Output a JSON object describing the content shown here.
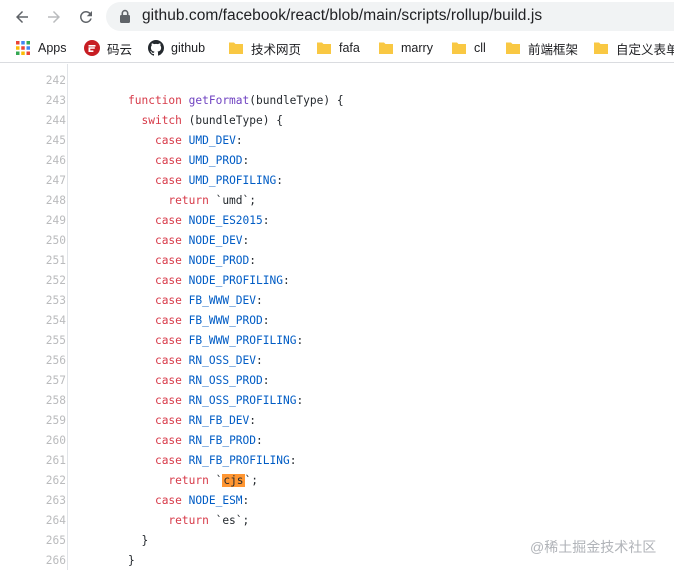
{
  "address_bar": {
    "url_domain": "github.com",
    "url_path": "/facebook/react/blob/main/scripts/rollup/build.js"
  },
  "bookmarks": {
    "apps": "Apps",
    "gitee": "码云",
    "github": "github",
    "folder1": "技术网页",
    "folder2": "fafa",
    "folder3": "marry",
    "folder4": "cll",
    "folder5": "前端框架",
    "folder6": "自定义表单"
  },
  "code": {
    "lines": [
      {
        "n": "242",
        "parts": []
      },
      {
        "n": "243",
        "parts": [
          [
            "kw",
            "function"
          ],
          [
            "t",
            " "
          ],
          [
            "fn",
            "getFormat"
          ],
          [
            "t",
            "(bundleType) {"
          ]
        ]
      },
      {
        "n": "244",
        "parts": [
          [
            "t",
            "  "
          ],
          [
            "kw",
            "switch"
          ],
          [
            "t",
            " (bundleType) {"
          ]
        ]
      },
      {
        "n": "245",
        "parts": [
          [
            "t",
            "    "
          ],
          [
            "kw",
            "case"
          ],
          [
            "t",
            " "
          ],
          [
            "cn",
            "UMD_DEV"
          ],
          [
            "t",
            ":"
          ]
        ]
      },
      {
        "n": "246",
        "parts": [
          [
            "t",
            "    "
          ],
          [
            "kw",
            "case"
          ],
          [
            "t",
            " "
          ],
          [
            "cn",
            "UMD_PROD"
          ],
          [
            "t",
            ":"
          ]
        ]
      },
      {
        "n": "247",
        "parts": [
          [
            "t",
            "    "
          ],
          [
            "kw",
            "case"
          ],
          [
            "t",
            " "
          ],
          [
            "cn",
            "UMD_PROFILING"
          ],
          [
            "t",
            ":"
          ]
        ]
      },
      {
        "n": "248",
        "parts": [
          [
            "t",
            "      "
          ],
          [
            "kw",
            "return"
          ],
          [
            "t",
            " `umd`;"
          ]
        ]
      },
      {
        "n": "249",
        "parts": [
          [
            "t",
            "    "
          ],
          [
            "kw",
            "case"
          ],
          [
            "t",
            " "
          ],
          [
            "cn",
            "NODE_ES2015"
          ],
          [
            "t",
            ":"
          ]
        ]
      },
      {
        "n": "250",
        "parts": [
          [
            "t",
            "    "
          ],
          [
            "kw",
            "case"
          ],
          [
            "t",
            " "
          ],
          [
            "cn",
            "NODE_DEV"
          ],
          [
            "t",
            ":"
          ]
        ]
      },
      {
        "n": "251",
        "parts": [
          [
            "t",
            "    "
          ],
          [
            "kw",
            "case"
          ],
          [
            "t",
            " "
          ],
          [
            "cn",
            "NODE_PROD"
          ],
          [
            "t",
            ":"
          ]
        ]
      },
      {
        "n": "252",
        "parts": [
          [
            "t",
            "    "
          ],
          [
            "kw",
            "case"
          ],
          [
            "t",
            " "
          ],
          [
            "cn",
            "NODE_PROFILING"
          ],
          [
            "t",
            ":"
          ]
        ]
      },
      {
        "n": "253",
        "parts": [
          [
            "t",
            "    "
          ],
          [
            "kw",
            "case"
          ],
          [
            "t",
            " "
          ],
          [
            "cn",
            "FB_WWW_DEV"
          ],
          [
            "t",
            ":"
          ]
        ]
      },
      {
        "n": "254",
        "parts": [
          [
            "t",
            "    "
          ],
          [
            "kw",
            "case"
          ],
          [
            "t",
            " "
          ],
          [
            "cn",
            "FB_WWW_PROD"
          ],
          [
            "t",
            ":"
          ]
        ]
      },
      {
        "n": "255",
        "parts": [
          [
            "t",
            "    "
          ],
          [
            "kw",
            "case"
          ],
          [
            "t",
            " "
          ],
          [
            "cn",
            "FB_WWW_PROFILING"
          ],
          [
            "t",
            ":"
          ]
        ]
      },
      {
        "n": "256",
        "parts": [
          [
            "t",
            "    "
          ],
          [
            "kw",
            "case"
          ],
          [
            "t",
            " "
          ],
          [
            "cn",
            "RN_OSS_DEV"
          ],
          [
            "t",
            ":"
          ]
        ]
      },
      {
        "n": "257",
        "parts": [
          [
            "t",
            "    "
          ],
          [
            "kw",
            "case"
          ],
          [
            "t",
            " "
          ],
          [
            "cn",
            "RN_OSS_PROD"
          ],
          [
            "t",
            ":"
          ]
        ]
      },
      {
        "n": "258",
        "parts": [
          [
            "t",
            "    "
          ],
          [
            "kw",
            "case"
          ],
          [
            "t",
            " "
          ],
          [
            "cn",
            "RN_OSS_PROFILING"
          ],
          [
            "t",
            ":"
          ]
        ]
      },
      {
        "n": "259",
        "parts": [
          [
            "t",
            "    "
          ],
          [
            "kw",
            "case"
          ],
          [
            "t",
            " "
          ],
          [
            "cn",
            "RN_FB_DEV"
          ],
          [
            "t",
            ":"
          ]
        ]
      },
      {
        "n": "260",
        "parts": [
          [
            "t",
            "    "
          ],
          [
            "kw",
            "case"
          ],
          [
            "t",
            " "
          ],
          [
            "cn",
            "RN_FB_PROD"
          ],
          [
            "t",
            ":"
          ]
        ]
      },
      {
        "n": "261",
        "parts": [
          [
            "t",
            "    "
          ],
          [
            "kw",
            "case"
          ],
          [
            "t",
            " "
          ],
          [
            "cn",
            "RN_FB_PROFILING"
          ],
          [
            "t",
            ":"
          ]
        ]
      },
      {
        "n": "262",
        "parts": [
          [
            "t",
            "      "
          ],
          [
            "kw",
            "return"
          ],
          [
            "t",
            " `"
          ],
          [
            "hl",
            "cjs"
          ],
          [
            "t",
            "`;"
          ]
        ]
      },
      {
        "n": "263",
        "parts": [
          [
            "t",
            "    "
          ],
          [
            "kw",
            "case"
          ],
          [
            "t",
            " "
          ],
          [
            "cn",
            "NODE_ESM"
          ],
          [
            "t",
            ":"
          ]
        ]
      },
      {
        "n": "264",
        "parts": [
          [
            "t",
            "      "
          ],
          [
            "kw",
            "return"
          ],
          [
            "t",
            " `es`;"
          ]
        ]
      },
      {
        "n": "265",
        "parts": [
          [
            "t",
            "  }"
          ]
        ]
      },
      {
        "n": "266",
        "parts": [
          [
            "t",
            "}"
          ]
        ]
      }
    ]
  },
  "watermark": "@稀土掘金技术社区",
  "colors": {
    "keyword": "#d73a49",
    "function": "#6f42c1",
    "constant": "#005cc5",
    "highlight": "#ff9632",
    "folder": "#f9c843"
  }
}
